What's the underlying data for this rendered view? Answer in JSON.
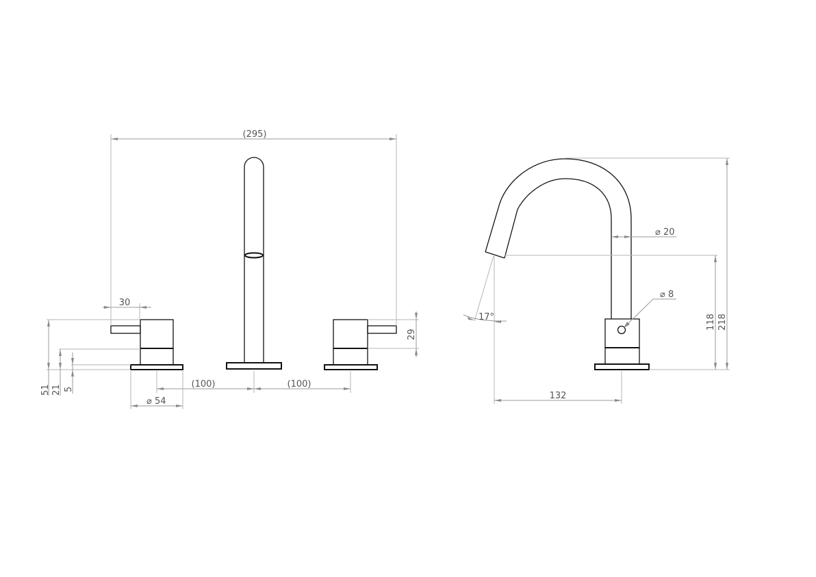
{
  "drawing": {
    "front_view": {
      "overall_width": "(295)",
      "lever_length": "30",
      "spacing_left": "(100)",
      "spacing_right": "(100)",
      "base_diameter": "54",
      "body_height": "51",
      "lower_body_height": "21",
      "base_thickness": "5",
      "handle_height": "29"
    },
    "side_view": {
      "spout_diameter": "20",
      "handle_hole_diameter": "8",
      "spout_angle": "17°",
      "outlet_height": "118",
      "overall_height": "218",
      "spout_reach": "132"
    },
    "diameter_symbol": "⌀"
  }
}
